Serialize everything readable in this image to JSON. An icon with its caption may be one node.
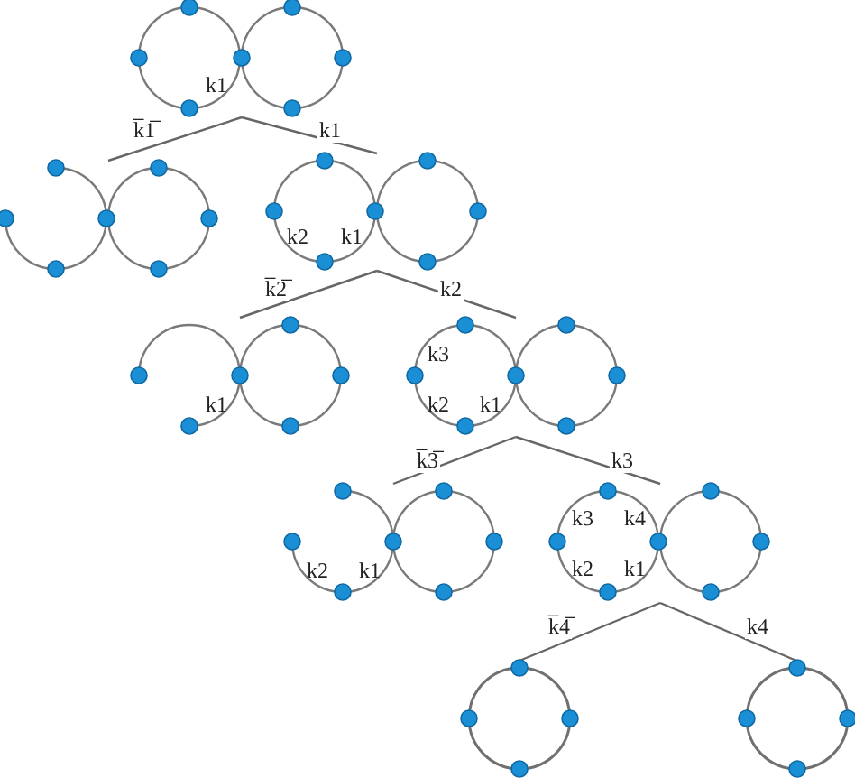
{
  "diagram": {
    "nodes": [
      {
        "text": [
          "k1"
        ]
      },
      {
        "text": [],
        "shape": "picture"
      },
      {
        "text": [
          "k2",
          "k1"
        ]
      },
      {
        "text": [
          "k1"
        ]
      },
      {
        "text": [
          "k3",
          "k2",
          "k1"
        ]
      },
      {
        "text": [
          "k2",
          "k1"
        ]
      },
      {
        "text": [
          "k3",
          "k4",
          "k2",
          "k1"
        ]
      },
      {
        "text": [],
        "shape": "circle"
      },
      {
        "text": [],
        "shape": "circle"
      }
    ],
    "edges": [
      {
        "from": 0,
        "to": 1,
        "arrow": "none",
        "label": "k̅1̅"
      },
      {
        "from": 0,
        "to": 2,
        "arrow": "none",
        "label": "k1"
      },
      {
        "from": 2,
        "to": 3,
        "arrow": "none",
        "label": "k̅2̅"
      },
      {
        "from": 2,
        "to": 4,
        "arrow": "none",
        "label": "k2"
      },
      {
        "from": 4,
        "to": 5,
        "arrow": "none",
        "label": "k̅3̅"
      },
      {
        "from": 4,
        "to": 6,
        "arrow": "none",
        "label": "k3"
      },
      {
        "from": 6,
        "to": 7,
        "arrow": "none",
        "label": "k̅4̅"
      },
      {
        "from": 6,
        "to": 8,
        "arrow": "none",
        "label": "k4"
      }
    ]
  }
}
